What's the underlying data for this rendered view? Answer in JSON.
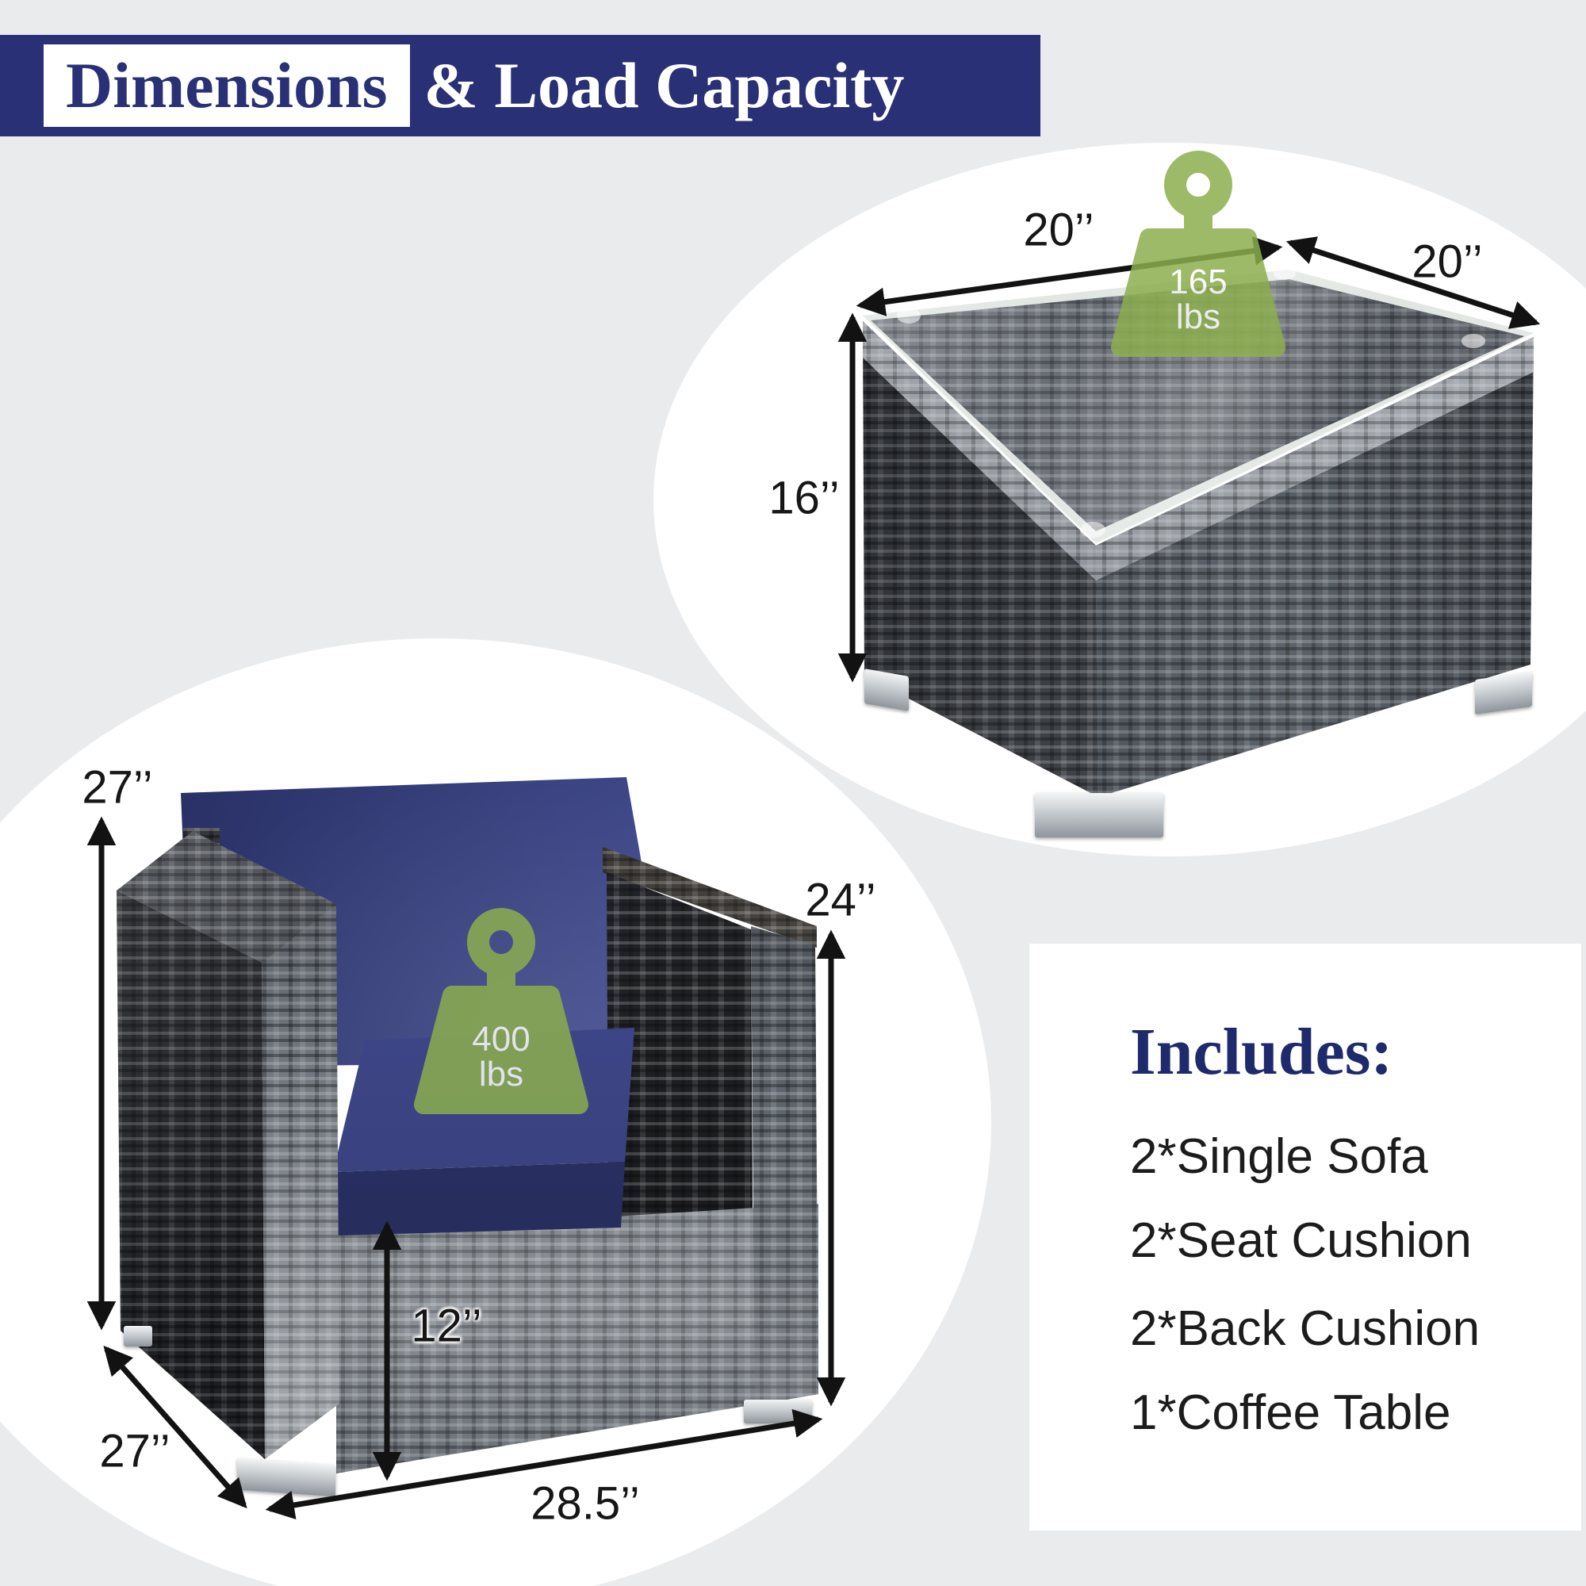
{
  "banner": {
    "highlight": "Dimensions",
    "rest": "& Load Capacity"
  },
  "coffee_table": {
    "top_width": "20’’",
    "top_depth": "20’’",
    "height": "16’’",
    "load": {
      "value": "165",
      "unit": "lbs"
    }
  },
  "sofa": {
    "overall_height": "27’’",
    "depth": "27’’",
    "overall_width": "28.5’’",
    "seat_height": "12’’",
    "arm_height": "24’’",
    "load": {
      "value": "400",
      "unit": "lbs"
    }
  },
  "includes": {
    "heading": "Includes:",
    "items": [
      "2*Single Sofa",
      "2*Seat Cushion",
      "2*Back Cushion",
      "1*Coffee Table"
    ]
  },
  "colors": {
    "banner_navy": "#2a3076",
    "cushion_navy": "#39417f",
    "load_green": "#8cae4e",
    "backdrop_white": "#ffffff",
    "background_gray": "#eaebec"
  }
}
